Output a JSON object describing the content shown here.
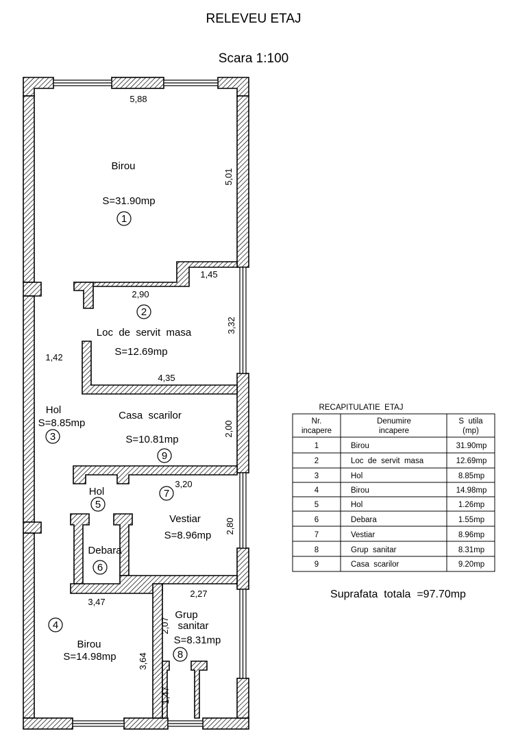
{
  "title": "RELEVEU ETAJ",
  "scale": "Scara 1:100",
  "rooms": {
    "r1_name": "Birou",
    "r1_area": "S=31.90mp",
    "r1_num": "1",
    "r2_name": "Loc  de  servit  masa",
    "r2_area": "S=12.69mp",
    "r2_num": "2",
    "r3_name": "Hol",
    "r3_area": "S=8.85mp",
    "r3_num": "3",
    "r9_name": "Casa  scarilor",
    "r9_area": "S=10.81mp",
    "r9_num": "9",
    "r5_name": "Hol",
    "r5_num": "5",
    "r7_name": "Vestiar",
    "r7_area": "S=8.96mp",
    "r7_num": "7",
    "r6_name": "Debara",
    "r6_num": "6",
    "r4_name": "Birou",
    "r4_area": "S=14.98mp",
    "r4_num": "4",
    "r8_name1": "Grup",
    "r8_name2": "sanitar",
    "r8_area": "S=8.31mp",
    "r8_num": "8"
  },
  "dims": {
    "d588": "5,88",
    "d501": "5,01",
    "d145": "1,45",
    "d290": "2,90",
    "d332": "3,32",
    "d142": "1,42",
    "d435": "4,35",
    "d200": "2,00",
    "d320": "3,20",
    "d280": "2,80",
    "d227": "2,27",
    "d347": "3,47",
    "d207": "2,07",
    "d364": "3,64",
    "d147": "1,47"
  },
  "table": {
    "title": "RECAPITULATIE  ETAJ",
    "h1a": "Nr.",
    "h1b": "incapere",
    "h2a": "Denumire",
    "h2b": "incapere",
    "h3a": "S  utila",
    "h3b": "(mp)",
    "rows": [
      {
        "nr": "1",
        "name": "Birou",
        "area": "31.90mp"
      },
      {
        "nr": "2",
        "name": "Loc  de  servit  masa",
        "area": "12.69mp"
      },
      {
        "nr": "3",
        "name": "Hol",
        "area": "8.85mp"
      },
      {
        "nr": "4",
        "name": "Birou",
        "area": "14.98mp"
      },
      {
        "nr": "5",
        "name": "Hol",
        "area": "1.26mp"
      },
      {
        "nr": "6",
        "name": "Debara",
        "area": "1.55mp"
      },
      {
        "nr": "7",
        "name": "Vestiar",
        "area": "8.96mp"
      },
      {
        "nr": "8",
        "name": "Grup  sanitar",
        "area": "8.31mp"
      },
      {
        "nr": "9",
        "name": "Casa  scarilor",
        "area": "9.20mp"
      }
    ]
  },
  "total": "Suprafata  totala  =97.70mp"
}
